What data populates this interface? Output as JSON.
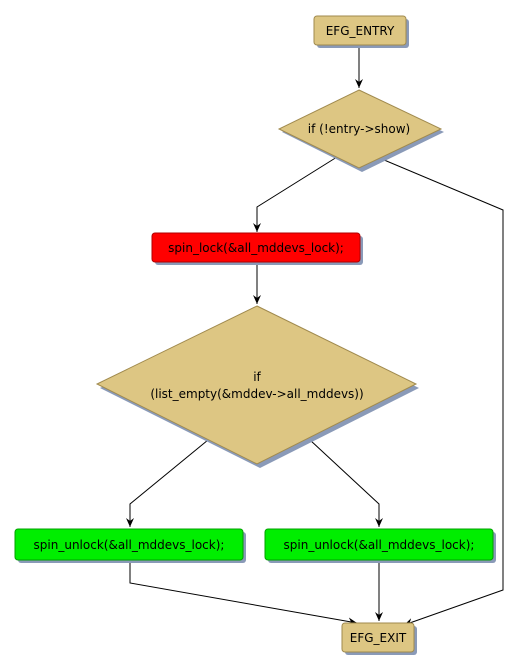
{
  "colors": {
    "terminal": "#ddc683",
    "decision": "#ddc683",
    "lock": "#ff0000",
    "unlock": "#00ee00",
    "border": "#a08a4e",
    "shadow": "#8a9ab8"
  },
  "nodes": {
    "entry": {
      "label": "EFG_ENTRY"
    },
    "cond_show": {
      "label": "if (!entry->show)"
    },
    "spin_lock": {
      "label": "spin_lock(&all_mddevs_lock);"
    },
    "cond_empty": {
      "line1": "if",
      "line2": "(list_empty(&mddev->all_mddevs))"
    },
    "unlock_left": {
      "label": "spin_unlock(&all_mddevs_lock);"
    },
    "unlock_right": {
      "label": "spin_unlock(&all_mddevs_lock);"
    },
    "exit": {
      "label": "EFG_EXIT"
    }
  }
}
